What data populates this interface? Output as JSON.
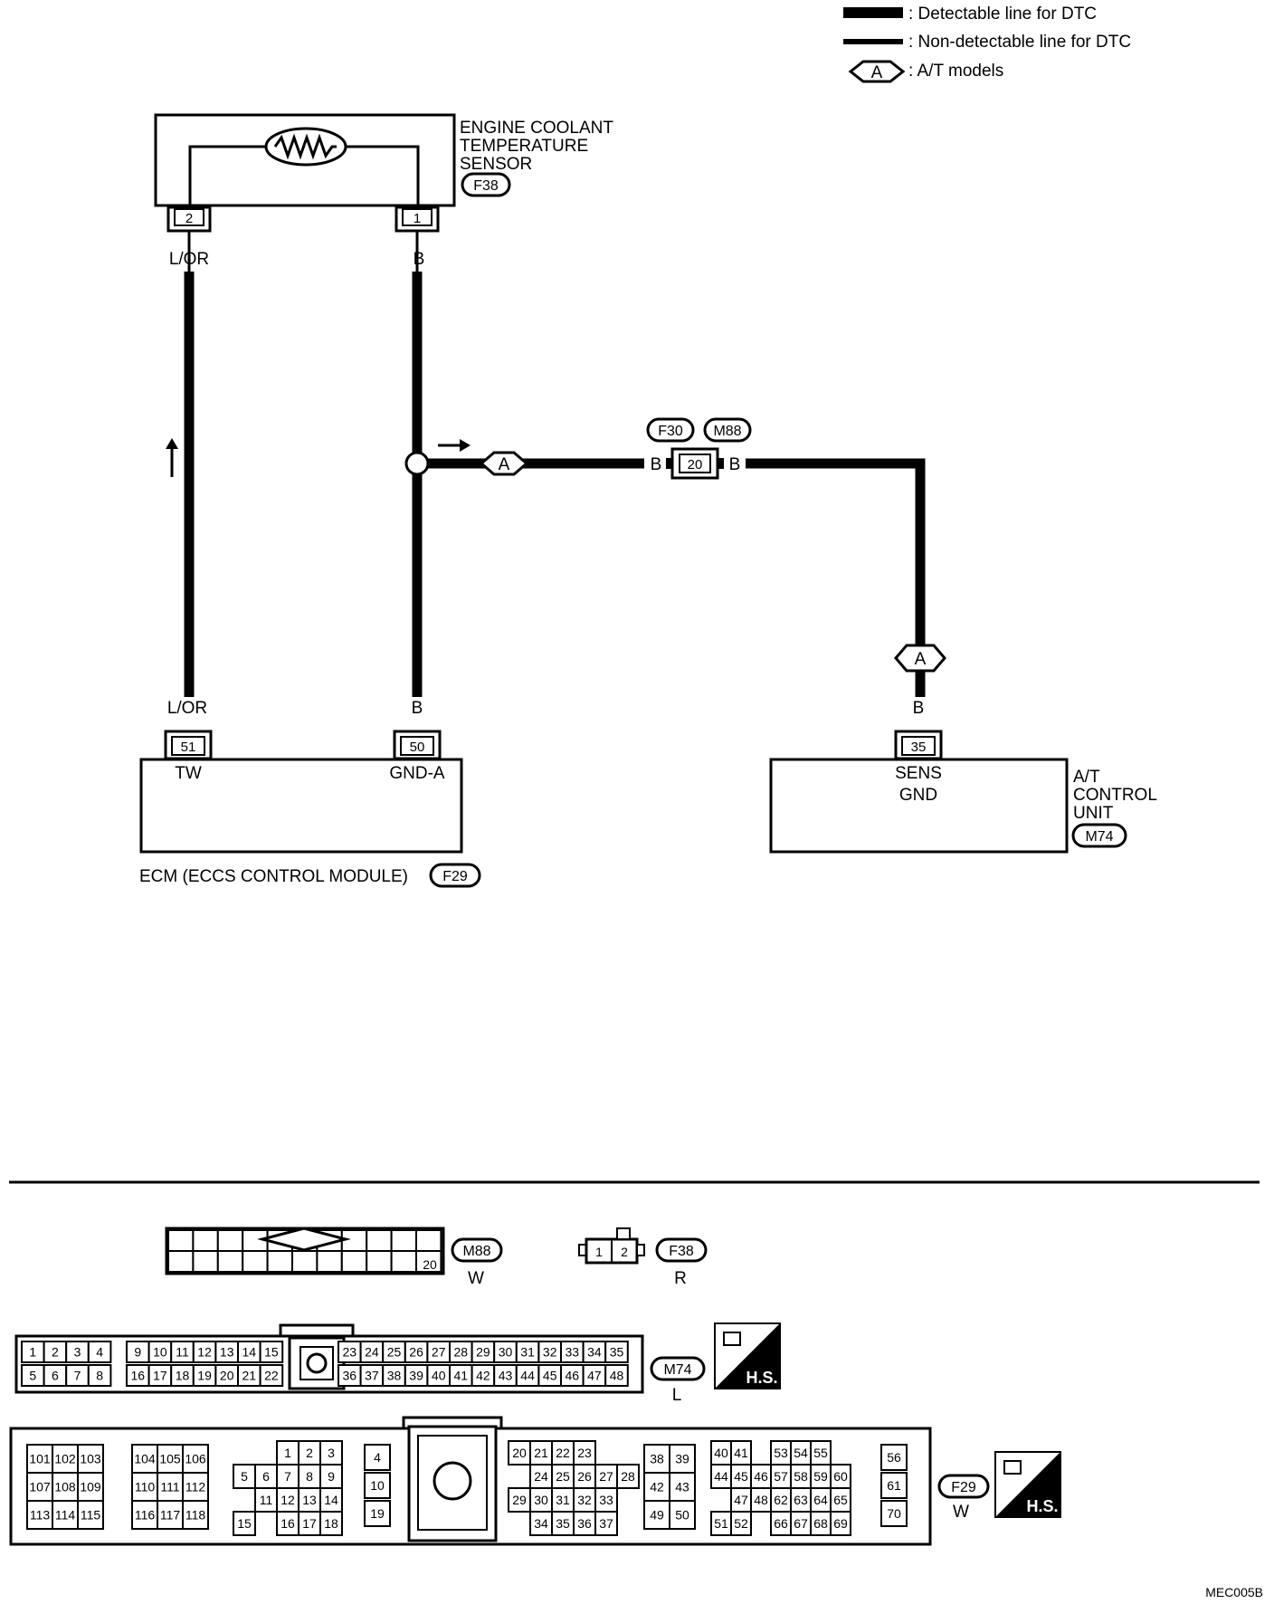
{
  "legend": {
    "detectable": ": Detectable line for DTC",
    "nondetectable": ": Non-detectable line for DTC",
    "option_letter": "A",
    "option_text": ": A/T models"
  },
  "sensor": {
    "name_lines": [
      "ENGINE COOLANT",
      "TEMPERATURE",
      "SENSOR"
    ],
    "connector": "F38",
    "pin_left": "2",
    "pin_right": "1"
  },
  "wires": {
    "lor": "L/OR",
    "b": "B"
  },
  "joint": {
    "connectors": [
      "F30",
      "M88"
    ],
    "pin": "20",
    "option": "A"
  },
  "ecm": {
    "pin_tw": "51",
    "term_tw": "TW",
    "pin_gnd": "50",
    "term_gnd": "GND-A",
    "label": "ECM (ECCS CONTROL MODULE)",
    "connector": "F29"
  },
  "tcu": {
    "pin": "35",
    "term_lines": [
      "SENS",
      "GND"
    ],
    "name_lines": [
      "A/T",
      "CONTROL",
      "UNIT"
    ],
    "connector": "M74"
  },
  "connector_views": {
    "m88": {
      "id": "M88",
      "color": "W",
      "pin": "20"
    },
    "f38": {
      "id": "F38",
      "color": "R",
      "pins": [
        "1",
        "2"
      ]
    },
    "m74": {
      "id": "M74",
      "color": "L",
      "row1": [
        "1",
        "2",
        "3",
        "4",
        "",
        "9",
        "10",
        "11",
        "12",
        "13",
        "14",
        "15",
        "",
        "23",
        "24",
        "25",
        "26",
        "27",
        "28",
        "29",
        "30",
        "31",
        "32",
        "33",
        "34",
        "35"
      ],
      "row2": [
        "5",
        "6",
        "7",
        "8",
        "",
        "16",
        "17",
        "18",
        "19",
        "20",
        "21",
        "22",
        "",
        "36",
        "37",
        "38",
        "39",
        "40",
        "41",
        "42",
        "43",
        "44",
        "45",
        "46",
        "47",
        "48"
      ]
    },
    "f29": {
      "id": "F29",
      "color": "W",
      "block_a": [
        [
          "101",
          "102",
          "103"
        ],
        [
          "107",
          "108",
          "109"
        ],
        [
          "113",
          "114",
          "115"
        ]
      ],
      "block_b": [
        [
          "104",
          "105",
          "106"
        ],
        [
          "110",
          "111",
          "112"
        ],
        [
          "116",
          "117",
          "118"
        ]
      ],
      "block_c": [
        [
          "",
          "",
          "1",
          "2",
          "3"
        ],
        [
          "5",
          "6",
          "7",
          "8",
          "9"
        ],
        [
          "",
          "11",
          "12",
          "13",
          "14"
        ],
        [
          "15",
          "",
          "16",
          "17",
          "18"
        ]
      ],
      "block_d": [
        "4",
        "10",
        "19"
      ],
      "block_e": [
        [
          "20",
          "21",
          "22",
          "23",
          ""
        ],
        [
          "",
          "24",
          "25",
          "26",
          "27",
          "28"
        ],
        [
          "29",
          "30",
          "31",
          "32",
          "33"
        ],
        [
          "",
          "34",
          "35",
          "36",
          "37"
        ]
      ],
      "block_f": [
        [
          "38",
          "39"
        ],
        [
          "42",
          "43"
        ],
        [
          "49",
          "50"
        ]
      ],
      "block_g": [
        [
          "40",
          "41",
          "",
          "53",
          "54",
          "55"
        ],
        [
          "44",
          "45",
          "46",
          "57",
          "58",
          "59",
          "60"
        ],
        [
          "",
          "47",
          "48",
          "62",
          "63",
          "64",
          "65"
        ],
        [
          "51",
          "52",
          "",
          "66",
          "67",
          "68",
          "69"
        ]
      ],
      "block_h": [
        "56",
        "61",
        "70"
      ]
    },
    "hs_label": "H.S."
  },
  "figure_code": "MEC005B"
}
